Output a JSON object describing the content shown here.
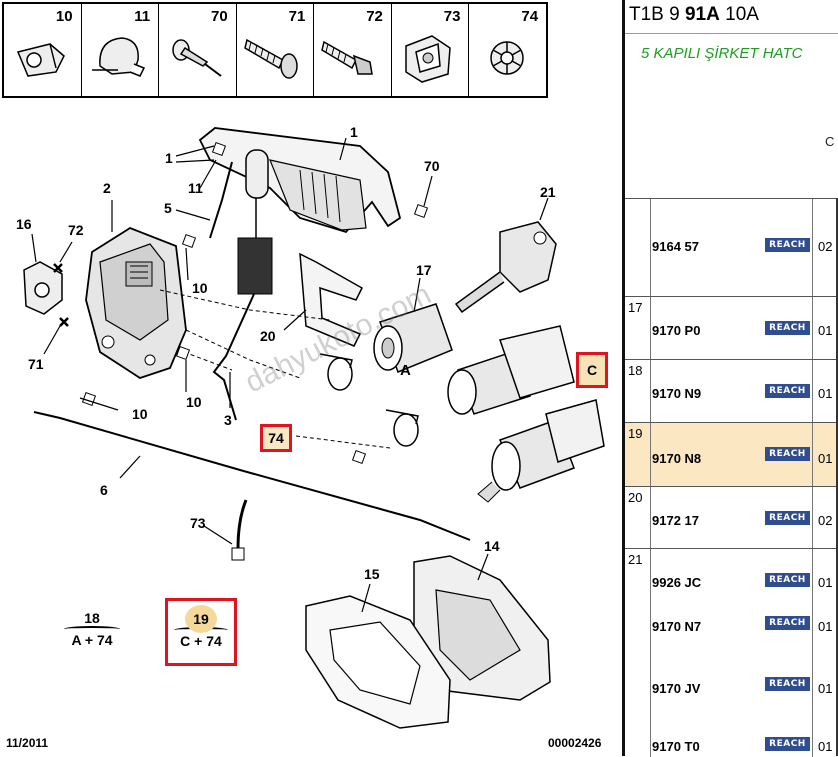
{
  "header": {
    "ref_prefix": "T1B 9",
    "ref_bold": "91A",
    "ref_suffix": "10A",
    "subtitle": "5 KAPILI ŞİRKET HATC",
    "col_label": "C"
  },
  "legend_strip": {
    "items": [
      {
        "num": "10",
        "icon": "clip-icon"
      },
      {
        "num": "11",
        "icon": "cap-clip-icon"
      },
      {
        "num": "70",
        "icon": "rivet-icon"
      },
      {
        "num": "71",
        "icon": "screw-icon"
      },
      {
        "num": "72",
        "icon": "bolt-icon"
      },
      {
        "num": "73",
        "icon": "spring-clip-icon"
      },
      {
        "num": "74",
        "icon": "star-washer-icon",
        "highlighted": true
      }
    ]
  },
  "diagram": {
    "callouts": {
      "c1": "1",
      "c2": "2",
      "c3": "3",
      "c5": "5",
      "c6": "6",
      "c10a": "10",
      "c10b": "10",
      "c10c": "10",
      "c11": "11",
      "c14": "14",
      "c15": "15",
      "c16": "16",
      "c17": "17",
      "c20": "20",
      "c21": "21",
      "c70": "70",
      "c71": "71",
      "c72": "72",
      "c73": "73",
      "box74": "74",
      "boxC": "C",
      "letterA": "A"
    },
    "kits": {
      "k18_num": "18",
      "k18_formula": "A + 74",
      "k19_num": "19",
      "k19_formula": "C + 74"
    },
    "watermark": "dahyukoto.com",
    "footer_date": "11/2011",
    "footer_code": "00002426"
  },
  "parts_table": {
    "reach_label": "REACH",
    "rows": [
      {
        "idx": "",
        "codes": [
          "9164 57"
        ],
        "qty": [
          "02"
        ]
      },
      {
        "idx": "17",
        "codes": [
          "9170 P0"
        ],
        "qty": [
          "01"
        ]
      },
      {
        "idx": "18",
        "codes": [
          "9170 N9"
        ],
        "qty": [
          "01"
        ]
      },
      {
        "idx": "19",
        "codes": [
          "9170 N8"
        ],
        "qty": [
          "01"
        ],
        "highlighted": true
      },
      {
        "idx": "20",
        "codes": [
          "9172 17"
        ],
        "qty": [
          "02"
        ]
      },
      {
        "idx": "21",
        "codes": [
          "9926 JC",
          "9170 N7",
          "9170 JV",
          "9170 T0"
        ],
        "qty": [
          "01",
          "01",
          "01",
          "01"
        ]
      }
    ]
  },
  "colors": {
    "highlight_fill": "#fbe8c2",
    "callout_box": "#e0141e",
    "subtitle_green": "#1e9e1e",
    "reach_badge": "#2f4d8f"
  }
}
